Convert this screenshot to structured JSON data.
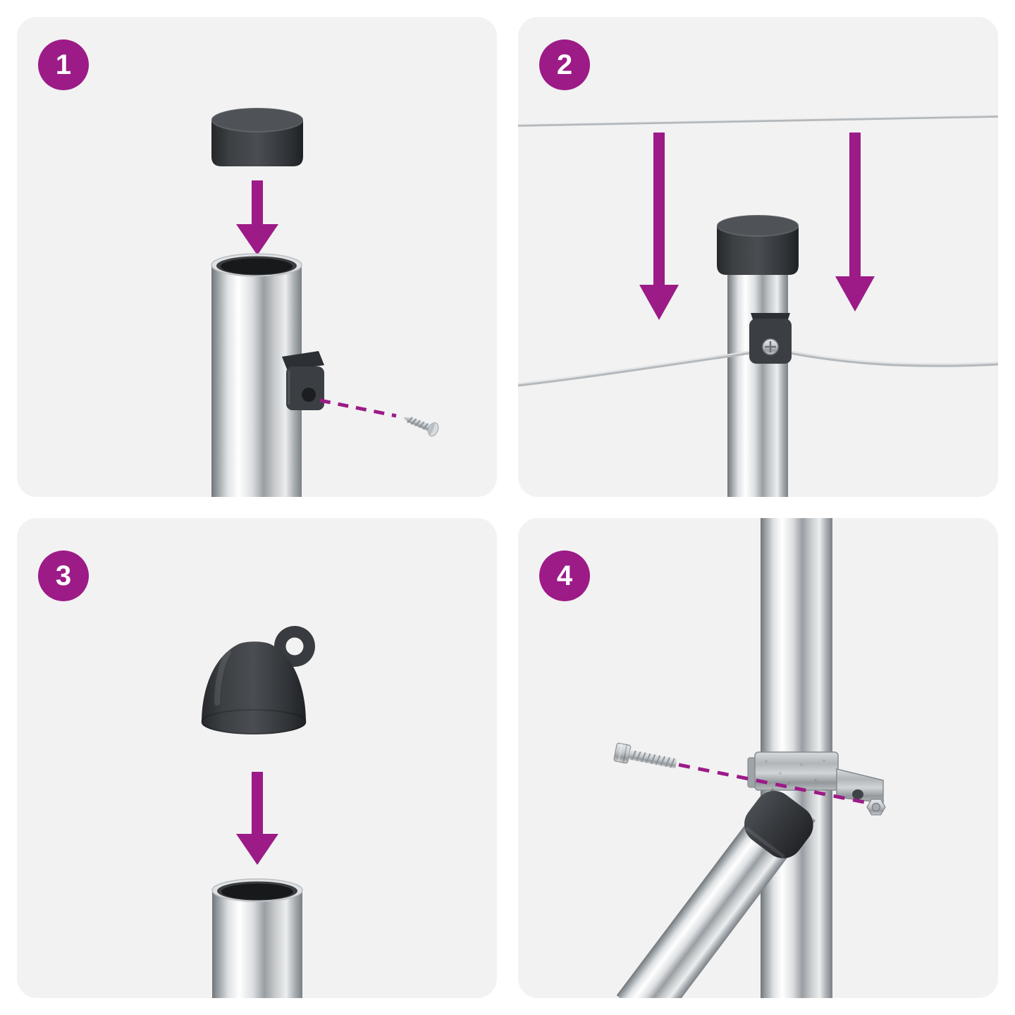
{
  "meta": {
    "page_type": "assembly-instruction-sheet",
    "panel_count": 4
  },
  "colors": {
    "accent": "#9C1B87",
    "panel_bg": "#F2F2F2",
    "dark_part": "#3B3E42",
    "metal_light": "#E8EAEC"
  },
  "steps": [
    {
      "number": "1",
      "illustration": "cap-onto-post-top-clip-screwed-to-post"
    },
    {
      "number": "2",
      "illustration": "wires-pressed-down-into-post-clip"
    },
    {
      "number": "3",
      "illustration": "eyelet-cap-onto-post-top"
    },
    {
      "number": "4",
      "illustration": "diagonal-brace-clamped-to-post-with-bolt-and-nut"
    }
  ]
}
